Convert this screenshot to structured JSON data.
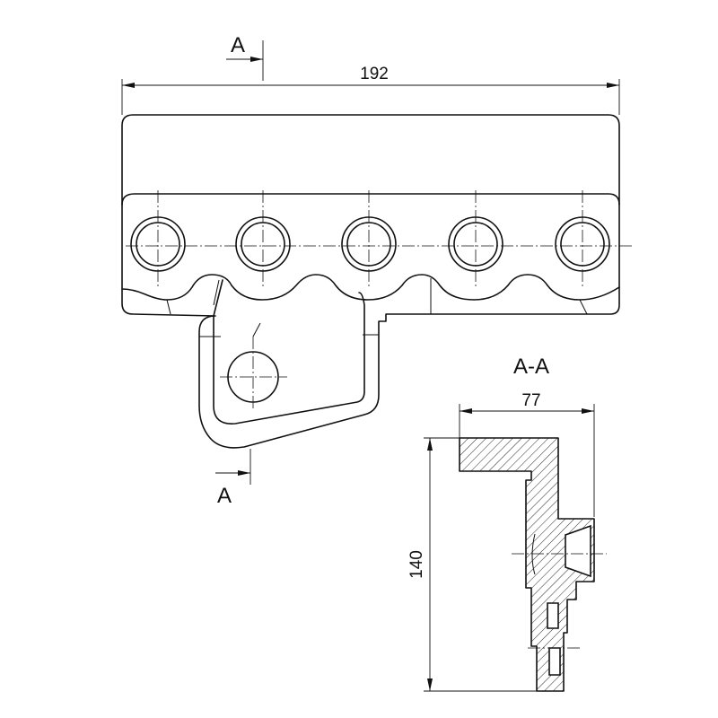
{
  "drawing": {
    "section_marker_top": "A",
    "section_marker_bottom": "A",
    "section_title": "A-A",
    "dimensions": {
      "overall_width": "192",
      "section_width": "77",
      "section_height": "140"
    }
  }
}
